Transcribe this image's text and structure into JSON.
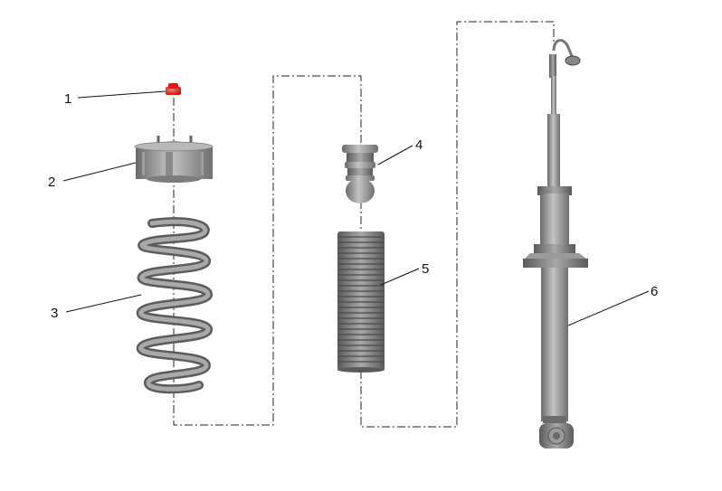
{
  "callouts": [
    {
      "number": "1",
      "part": "nut-red"
    },
    {
      "number": "2",
      "part": "top-mount"
    },
    {
      "number": "3",
      "part": "coil-spring"
    },
    {
      "number": "4",
      "part": "bump-stop"
    },
    {
      "number": "5",
      "part": "dust-boot"
    },
    {
      "number": "6",
      "part": "shock-absorber"
    }
  ],
  "colors": {
    "nut": "#e21e1e",
    "part_light": "#b5b5b5",
    "part_mid": "#8c8c8c",
    "part_dark": "#5e5e5e",
    "line": "#222222"
  }
}
